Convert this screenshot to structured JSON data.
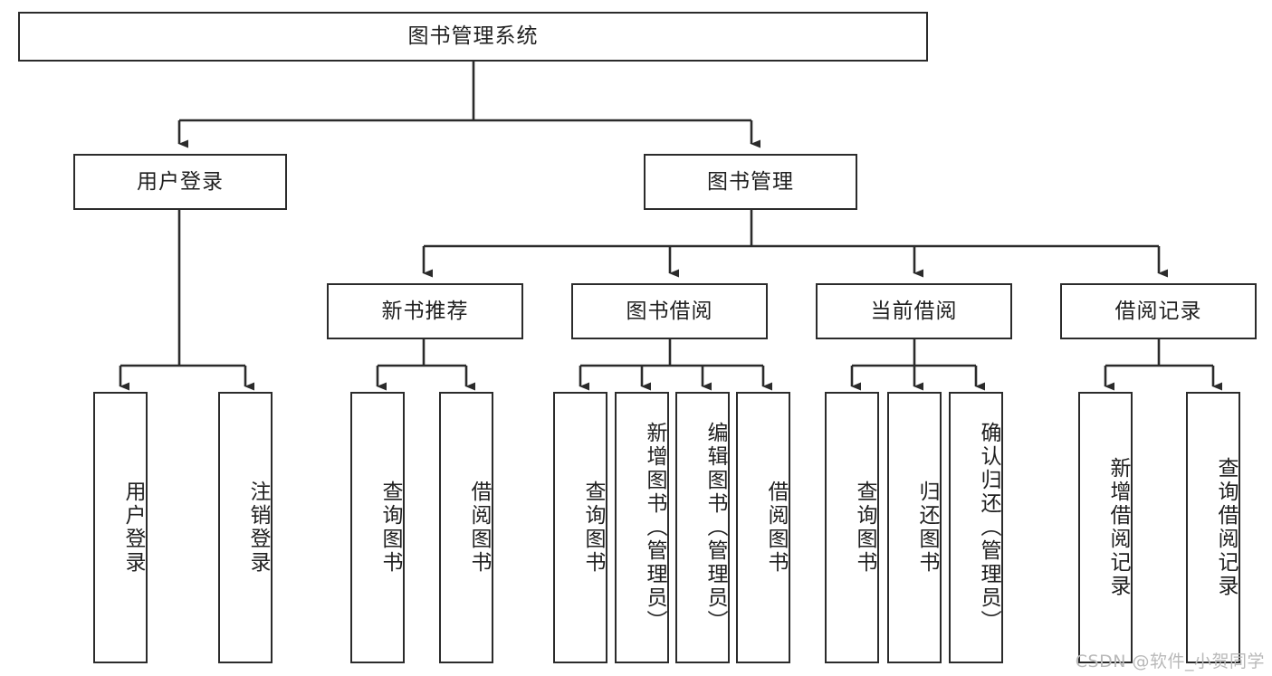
{
  "diagram": {
    "title": "图书管理系统",
    "type": "tree-hierarchy-chart",
    "watermark": "CSDN @软件_小贺同学",
    "colors": {
      "box_border": "#2b2b2b",
      "box_fill": "#ffffff",
      "connector": "#2b2b2b",
      "text": "#1f1f1f",
      "watermark": "#b9b9b9"
    },
    "root": {
      "label": "图书管理系统"
    },
    "level2": [
      {
        "label": "用户登录"
      },
      {
        "label": "图书管理"
      }
    ],
    "level3": [
      {
        "label": "新书推荐"
      },
      {
        "label": "图书借阅"
      },
      {
        "label": "当前借阅"
      },
      {
        "label": "借阅记录"
      }
    ],
    "leaves": {
      "user_login": [
        {
          "label": "用户登录"
        },
        {
          "label": "注销登录"
        }
      ],
      "new_book_recommend": [
        {
          "label": "查询图书"
        },
        {
          "label": "借阅图书"
        }
      ],
      "book_borrow": [
        {
          "label": "查询图书"
        },
        {
          "label": "新增图书（管理员）"
        },
        {
          "label": "编辑图书（管理员）"
        },
        {
          "label": "借阅图书"
        }
      ],
      "current_borrow": [
        {
          "label": "查询图书"
        },
        {
          "label": "归还图书"
        },
        {
          "label": "确认归还（管理员）"
        }
      ],
      "borrow_record": [
        {
          "label": "新增借阅记录"
        },
        {
          "label": "查询借阅记录"
        }
      ]
    }
  }
}
